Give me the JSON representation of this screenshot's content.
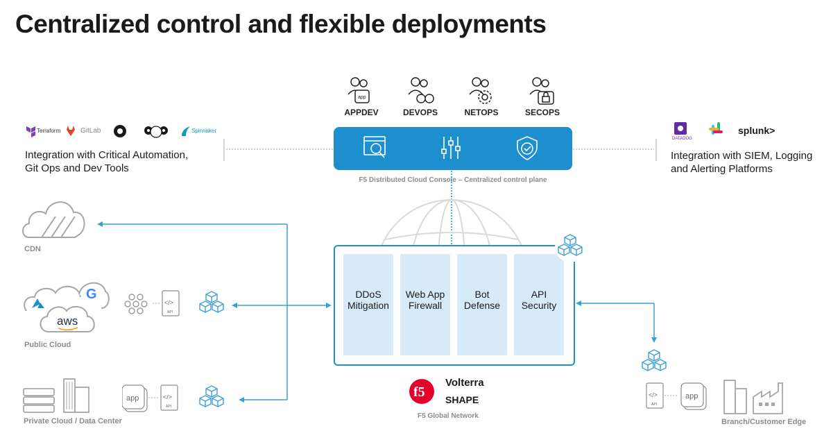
{
  "title": "Centralized control and flexible deployments",
  "roles": [
    {
      "label": "APPDEV",
      "icon": "app-developer-icon"
    },
    {
      "label": "DEVOPS",
      "icon": "devops-icon"
    },
    {
      "label": "NETOPS",
      "icon": "netops-icon"
    },
    {
      "label": "SECOPS",
      "icon": "secops-icon"
    }
  ],
  "console": {
    "caption": "F5 Distributed Cloud Console – Centralized control plane",
    "color": "#1e8fce",
    "icons": [
      "dashboard-icon",
      "sliders-icon",
      "shield-check-icon"
    ]
  },
  "left_integration": {
    "line1": "Integration with Critical Automation,",
    "line2": "Git Ops and Dev Tools",
    "logos": [
      "Terraform",
      "GitLab",
      "github-icon",
      "jenkins-icon",
      "Spinnaker"
    ]
  },
  "right_integration": {
    "line1": "Integration with SIEM, Logging",
    "line2": "and Alerting Platforms",
    "logos": [
      "DATADOG",
      "slack-icon",
      "splunk>"
    ]
  },
  "services": [
    {
      "line1": "DDoS",
      "line2": "Mitigation"
    },
    {
      "line1": "Web App",
      "line2": "Firewall"
    },
    {
      "line1": "Bot",
      "line2": "Defense"
    },
    {
      "line1": "API",
      "line2": "Security"
    }
  ],
  "global_network": {
    "caption": "F5 Global Network",
    "brands": [
      "f5",
      "Volterra",
      "SHAPE"
    ]
  },
  "locations": {
    "cdn": "CDN",
    "public_cloud": "Public Cloud",
    "private_cloud": "Private Cloud / Data Center",
    "edge": "Branch/Customer Edge"
  },
  "cloud_logos": {
    "aws": "aws",
    "google": "G"
  },
  "app_label": "app",
  "code_label": "</>",
  "api_label": "API",
  "colors": {
    "accent": "#1e8fce",
    "service_fill": "#d6eaf7",
    "connector": "#3a9fd6"
  }
}
